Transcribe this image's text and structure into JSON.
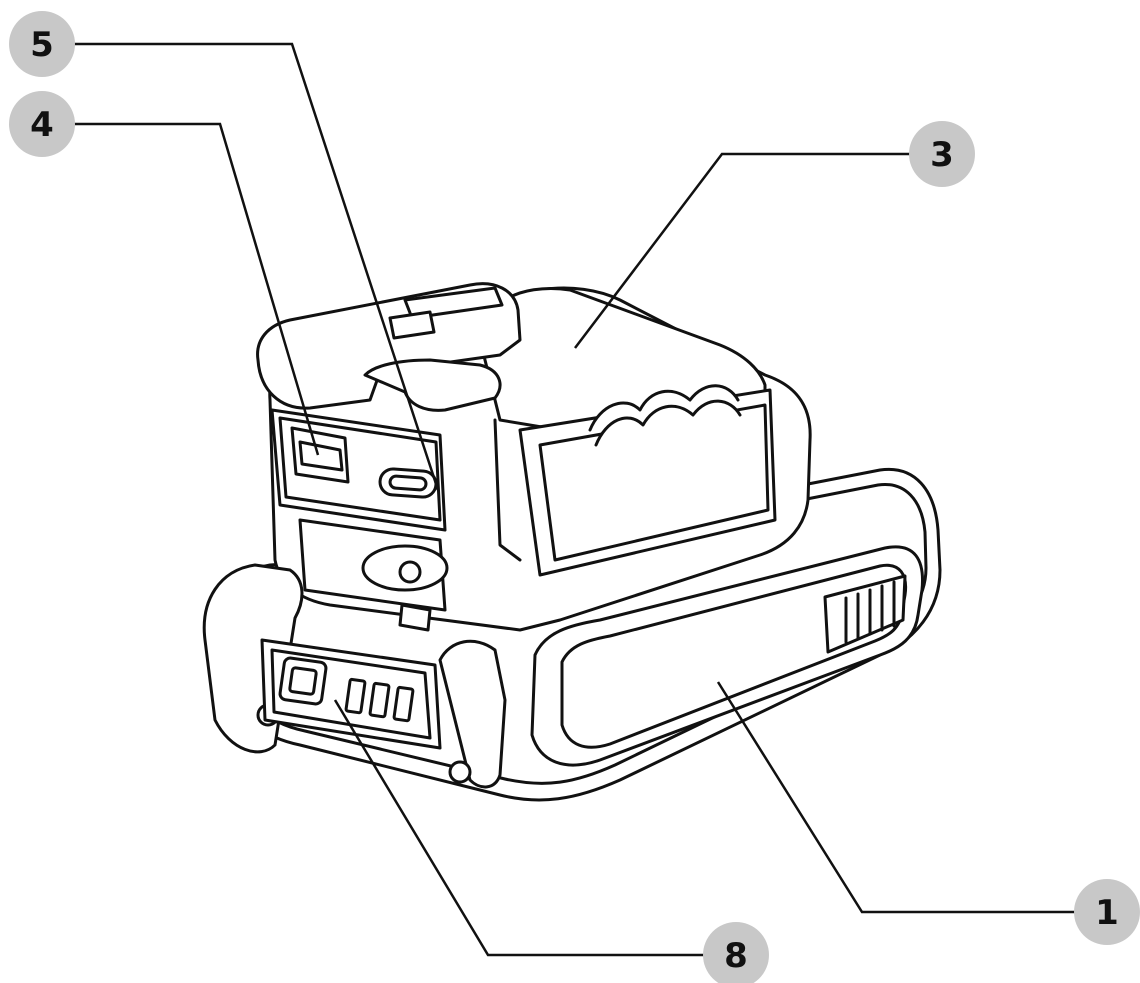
{
  "colors": {
    "background": "#ffffff",
    "line": "#111111",
    "callout_fill": "#c8c8c8",
    "callout_text": "#111111"
  },
  "diagram": {
    "subject": "battery-adapter-device-illustration",
    "callouts": [
      {
        "id": "c5",
        "label": "5",
        "points_to": "usb-c-port"
      },
      {
        "id": "c4",
        "label": "4",
        "points_to": "usb-a-port"
      },
      {
        "id": "c3",
        "label": "3",
        "points_to": "top-housing"
      },
      {
        "id": "c1",
        "label": "1",
        "points_to": "side-grip-panel"
      },
      {
        "id": "c8",
        "label": "8",
        "points_to": "led-indicator-panel"
      }
    ]
  }
}
